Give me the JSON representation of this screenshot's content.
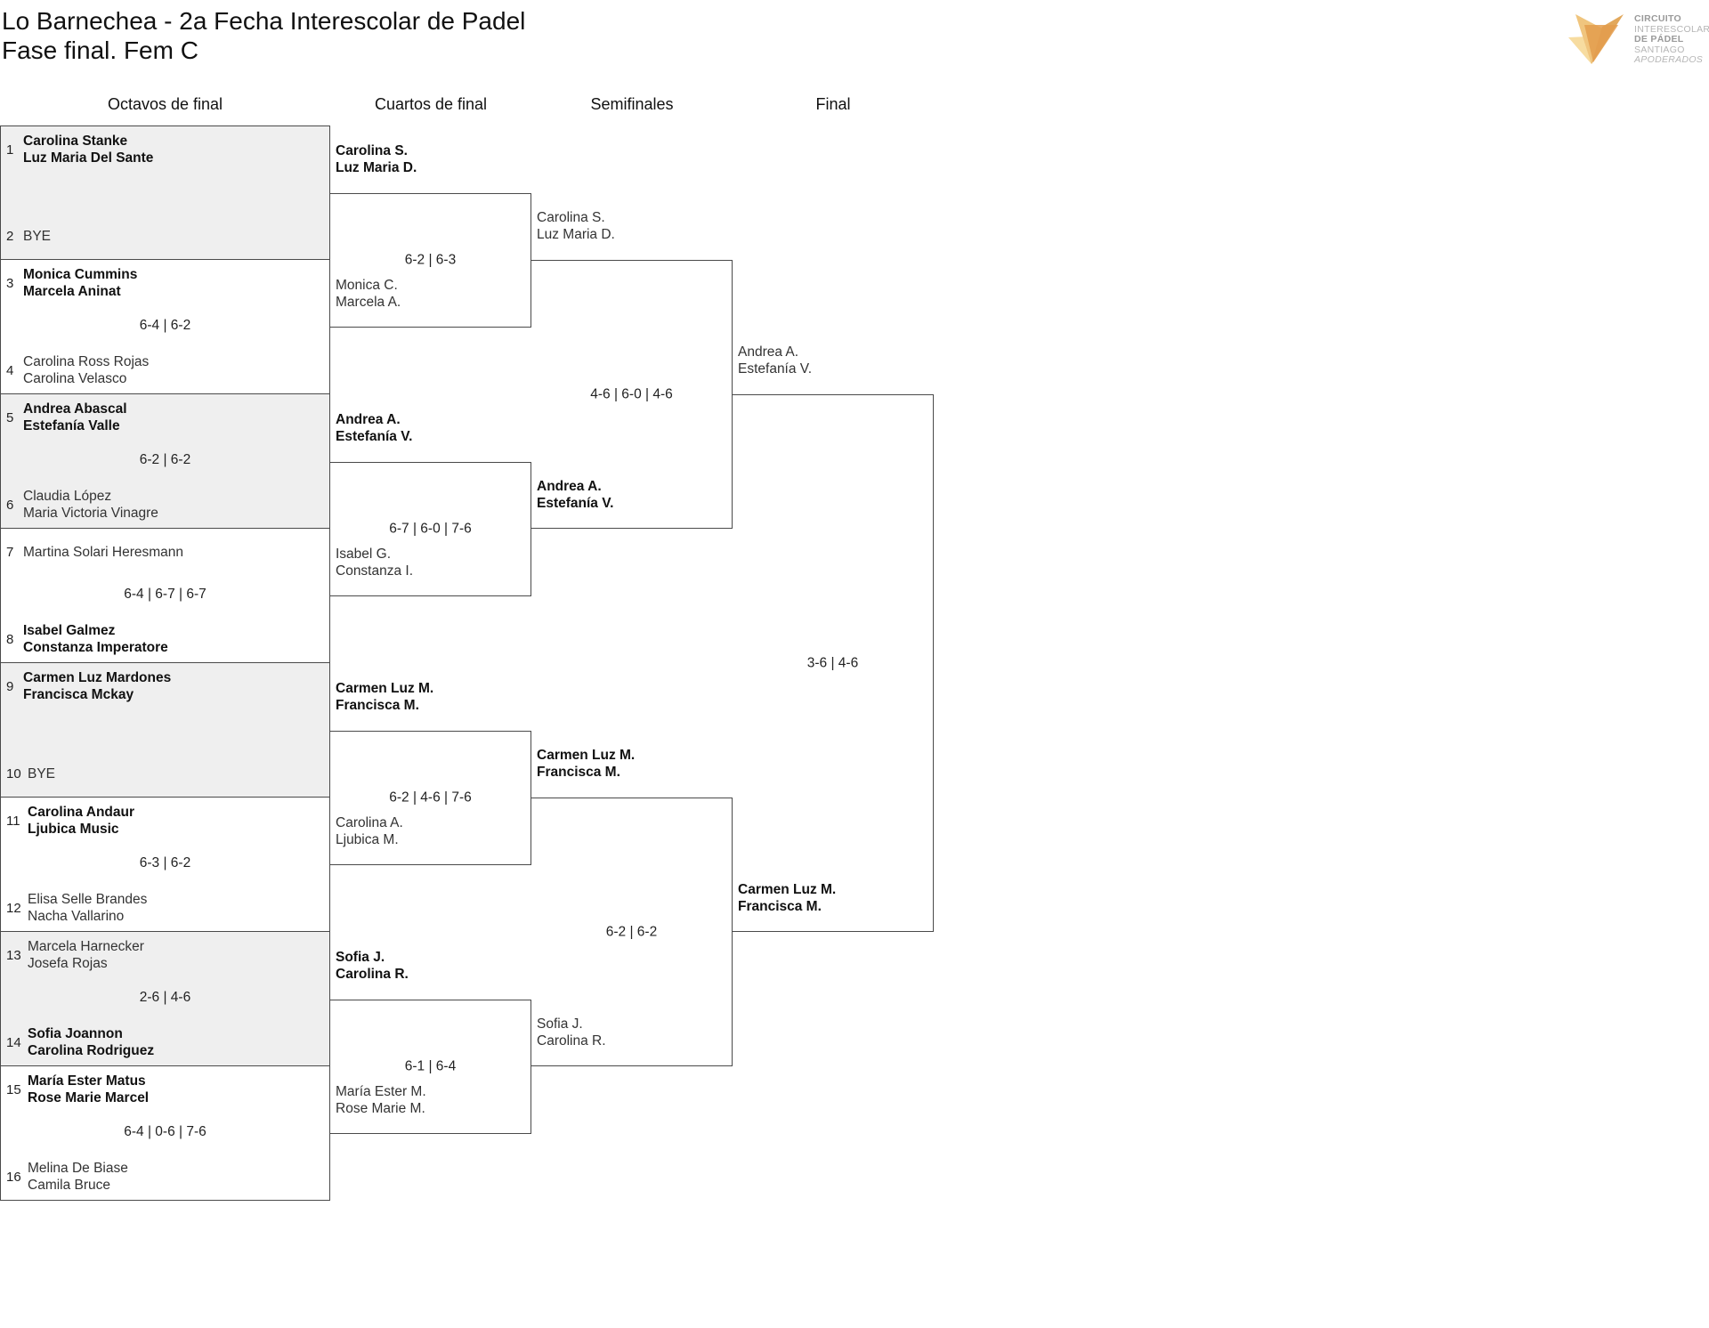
{
  "header": {
    "title": "Lo Barnechea - 2a Fecha Interescolar de Padel",
    "subtitle": "Fase final. Fem C"
  },
  "logo": {
    "line1": "CIRCUITO",
    "line2": "INTERESCOLAR",
    "line3": "DE PÁDEL",
    "line4": "SANTIAGO",
    "line5": "APODERADOS",
    "colors": [
      "#e2a85c",
      "#f0c57e",
      "#f7dca0"
    ]
  },
  "rounds": [
    "Octavos de final",
    "Cuartos de final",
    "Semifinales",
    "Final"
  ],
  "octavos": [
    {
      "top": {
        "seed": "1",
        "p1": "Carolina Stanke",
        "p2": "Luz Maria Del Sante",
        "winner": true
      },
      "bot": {
        "seed": "2",
        "p1": "BYE",
        "p2": "",
        "winner": false
      },
      "score": "",
      "shaded": true
    },
    {
      "top": {
        "seed": "3",
        "p1": "Monica Cummins",
        "p2": "Marcela Aninat",
        "winner": true
      },
      "bot": {
        "seed": "4",
        "p1": "Carolina Ross Rojas",
        "p2": "Carolina Velasco",
        "winner": false
      },
      "score": "6-4 | 6-2",
      "shaded": false
    },
    {
      "top": {
        "seed": "5",
        "p1": "Andrea Abascal",
        "p2": "Estefanía Valle",
        "winner": true
      },
      "bot": {
        "seed": "6",
        "p1": "Claudia López",
        "p2": "Maria Victoria Vinagre",
        "winner": false
      },
      "score": "6-2 | 6-2",
      "shaded": true
    },
    {
      "top": {
        "seed": "7",
        "p1": "Martina Solari Heresmann",
        "p2": "",
        "winner": false
      },
      "bot": {
        "seed": "8",
        "p1": "Isabel Galmez",
        "p2": "Constanza Imperatore",
        "winner": true
      },
      "score": "6-4 | 6-7 | 6-7",
      "shaded": false
    },
    {
      "top": {
        "seed": "9",
        "p1": "Carmen Luz Mardones",
        "p2": "Francisca Mckay",
        "winner": true
      },
      "bot": {
        "seed": "10",
        "p1": "BYE",
        "p2": "",
        "winner": false
      },
      "score": "",
      "shaded": true
    },
    {
      "top": {
        "seed": "11",
        "p1": "Carolina Andaur",
        "p2": "Ljubica Music",
        "winner": true
      },
      "bot": {
        "seed": "12",
        "p1": "Elisa Selle Brandes",
        "p2": "Nacha Vallarino",
        "winner": false
      },
      "score": "6-3 | 6-2",
      "shaded": false
    },
    {
      "top": {
        "seed": "13",
        "p1": "Marcela Harnecker",
        "p2": "Josefa Rojas",
        "winner": false
      },
      "bot": {
        "seed": "14",
        "p1": "Sofia Joannon",
        "p2": "Carolina Rodriguez",
        "winner": true
      },
      "score": "2-6 | 4-6",
      "shaded": true
    },
    {
      "top": {
        "seed": "15",
        "p1": "María Ester Matus",
        "p2": "Rose Marie Marcel",
        "winner": true
      },
      "bot": {
        "seed": "16",
        "p1": "Melina De Biase",
        "p2": "Camila Bruce",
        "winner": false
      },
      "score": "6-4 | 0-6 | 7-6",
      "shaded": false
    }
  ],
  "cuartos": [
    {
      "top": {
        "p1": "Carolina S.",
        "p2": "Luz Maria D.",
        "winner": true
      },
      "bot": {
        "p1": "Monica C.",
        "p2": "Marcela A.",
        "winner": false
      },
      "score": "6-2 | 6-3"
    },
    {
      "top": {
        "p1": "Andrea A.",
        "p2": "Estefanía V.",
        "winner": true
      },
      "bot": {
        "p1": "Isabel G.",
        "p2": "Constanza I.",
        "winner": false
      },
      "score": "6-7 | 6-0 | 7-6"
    },
    {
      "top": {
        "p1": "Carmen Luz M.",
        "p2": "Francisca M.",
        "winner": true
      },
      "bot": {
        "p1": "Carolina A.",
        "p2": "Ljubica M.",
        "winner": false
      },
      "score": "6-2 | 4-6 | 7-6"
    },
    {
      "top": {
        "p1": "Sofia J.",
        "p2": "Carolina R.",
        "winner": true
      },
      "bot": {
        "p1": "María Ester M.",
        "p2": "Rose Marie M.",
        "winner": false
      },
      "score": "6-1 | 6-4"
    }
  ],
  "semis": [
    {
      "top": {
        "p1": "Carolina S.",
        "p2": "Luz Maria D.",
        "winner": false
      },
      "bot": {
        "p1": "Andrea A.",
        "p2": "Estefanía V.",
        "winner": true
      },
      "score": "4-6 | 6-0 | 4-6"
    },
    {
      "top": {
        "p1": "Carmen Luz M.",
        "p2": "Francisca M.",
        "winner": true
      },
      "bot": {
        "p1": "Sofia J.",
        "p2": "Carolina R.",
        "winner": false
      },
      "score": "6-2 | 6-2"
    }
  ],
  "final": {
    "top": {
      "p1": "Andrea A.",
      "p2": "Estefanía V.",
      "winner": false
    },
    "bot": {
      "p1": "Carmen Luz M.",
      "p2": "Francisca M.",
      "winner": true
    },
    "score": "3-6 | 4-6"
  }
}
